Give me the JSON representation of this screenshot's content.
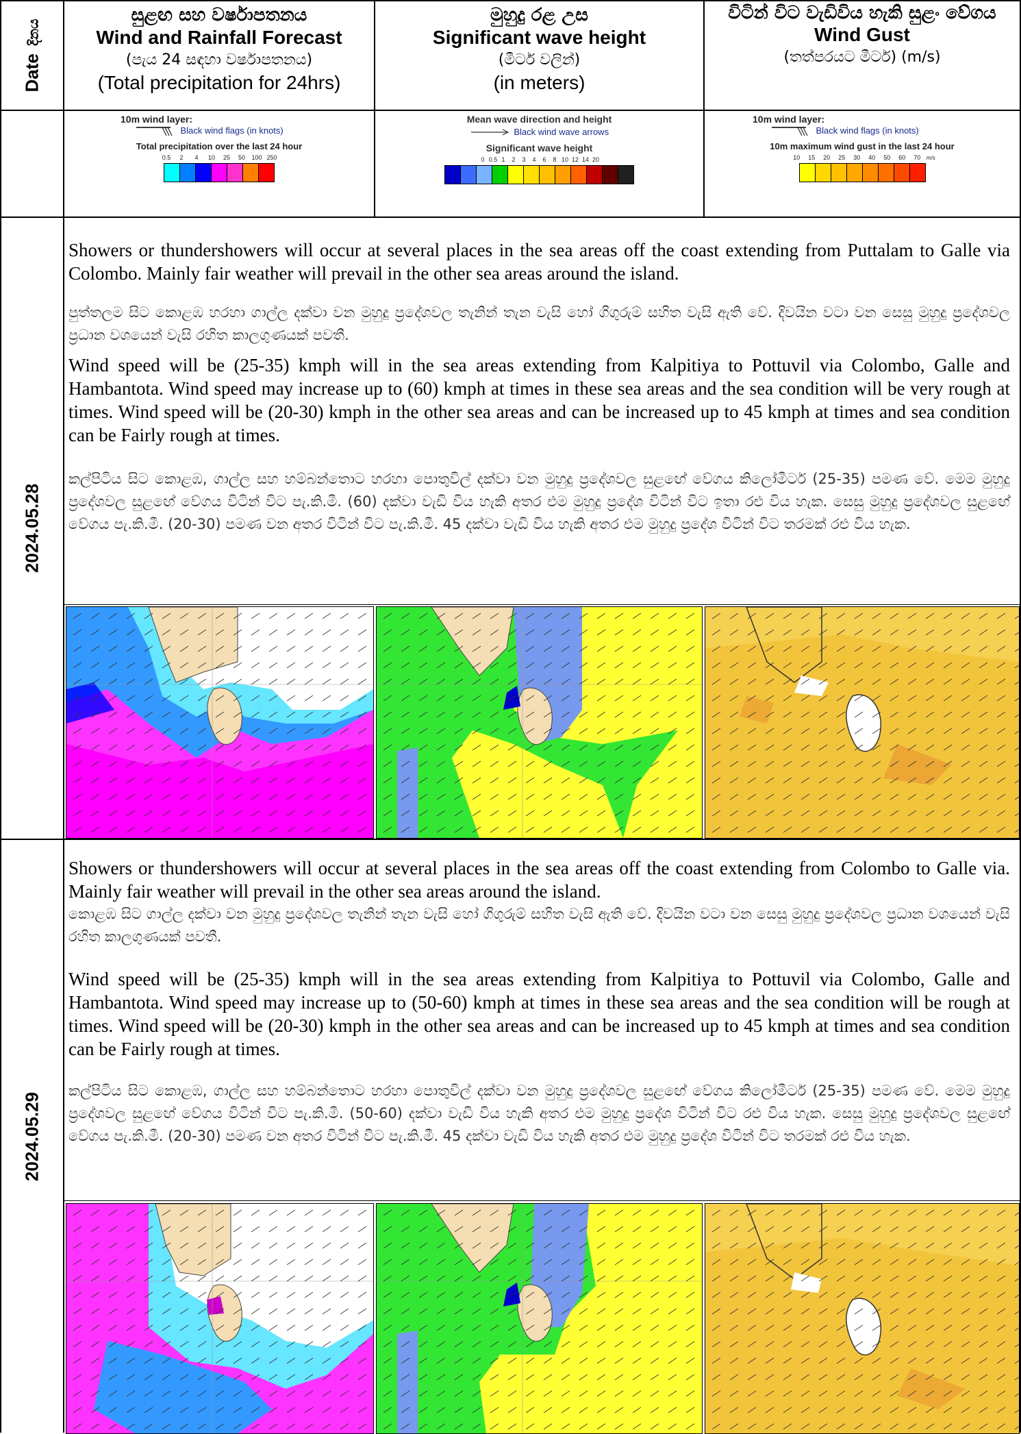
{
  "header": {
    "date": {
      "en": "Date",
      "si": "දිනය"
    },
    "col1": {
      "si": "සුළඟ සහ වර්ෂාපතනය",
      "en": "Wind and Rainfall Forecast",
      "si_sub": "(පැය 24 සඳහා වර්ෂාපතනය)",
      "en_sub": "(Total precipitation for 24hrs)"
    },
    "col2": {
      "si": "මුහුදු රළ උස",
      "en": "Significant wave height",
      "si_sub": "(මීටර් වලින්)",
      "en_sub": "(in meters)"
    },
    "col3": {
      "si": "විටින් විට වැඩිවිය හැකි සුළං වේගය",
      "en": "Wind Gust",
      "si_sub": "(තත්පරයට මීටර්) (m/s)"
    }
  },
  "legends": {
    "rain": {
      "layer": "10m wind layer:",
      "flags": "Black wind flags (in knots)",
      "title": "Total precipitation over the last 24 hour",
      "ticks": [
        "0.5",
        "2",
        "4",
        "10",
        "25",
        "50",
        "100",
        "250"
      ],
      "colors": [
        "#00ffff",
        "#0080ff",
        "#0000ff",
        "#ff00ff",
        "#ff33cc",
        "#ff8000",
        "#ff0000"
      ]
    },
    "wave": {
      "title": "Mean wave direction and height",
      "arrows": "Black wind wave arrows",
      "subtitle": "Significant wave height",
      "ticks": [
        "0",
        "0.5",
        "1",
        "2",
        "3",
        "4",
        "6",
        "8",
        "10",
        "12",
        "14",
        "20"
      ],
      "colors": [
        "#0000c8",
        "#3c6cff",
        "#78b4ff",
        "#00d000",
        "#ffff00",
        "#ffe000",
        "#ffc000",
        "#ffa000",
        "#ff6000",
        "#c00000",
        "#600000",
        "#202020"
      ]
    },
    "gust": {
      "layer": "10m wind layer:",
      "flags": "Black wind flags (in knots)",
      "title": "10m maximum wind gust in the last 24 hour",
      "ticks": [
        "10",
        "15",
        "20",
        "25",
        "30",
        "40",
        "50",
        "60",
        "70"
      ],
      "unit": "m/s",
      "colors": [
        "#ffff00",
        "#ffd800",
        "#ffc000",
        "#ffa800",
        "#ff8c00",
        "#ff7000",
        "#ff4800",
        "#ff2000"
      ]
    }
  },
  "days": [
    {
      "date": "2024.05.28",
      "en1": "Showers or thundershowers will occur at several places in the sea areas off the coast extending from Puttalam to  Galle via Colombo. Mainly fair weather will prevail in the other sea areas around the island.",
      "si1": "පුත්තලම සිට කොළඹ  හරහා ගාල්ල දක්වා වන මුහුදු ප්‍රදේශවල තැනින් තැන වැසි හෝ ගිගුරුම් සහිත වැසි ඇති වේ. දිවයින වටා වන සෙසු මුහුදු ප්‍රදේශවල ප්‍රධාන වශයෙන් වැසි රහිත කාලගුණයක් පවතී.",
      "en2": "Wind speed will be (25-35) kmph will in the sea areas extending from Kalpitiya to Pottuvil via Colombo, Galle and Hambantota.  Wind speed may increase up to (60) kmph at times in these sea areas and the sea condition will be very rough at times. Wind speed will be (20-30) kmph in the other sea areas and can be increased up to 45 kmph at times and sea condition can be Fairly rough at times.",
      "si2": "කල්පිටිය සිට කොළඹ, ගාල්ල සහ හම්බන්තොට හරහා පොතුවිල් දක්වා වන මුහුදු ප්‍රදේශවල සුළඟේ වේගය කිලෝමීටර් (25-35) පමණ වේ. මෙම මුහුදු ප්‍රදේශවල සුළඟේ වේගය විටින් විට පැ.කි.මී. (60) දක්වා වැඩි විය හැකි අතර එම මුහුදු ප්‍රදේශ විටින් විට ඉතා රළු විය හැක. සෙසු මුහුදු ප්‍රදේශවල සුළඟේ වේගය පැ.කි.මී. (20-30) පමණ වන අතර විටින් විට පැ.කි.මී. 45 දක්වා වැඩි විය හැකි අතර එම  මුහුදු ප්‍රදේශ විටින් විට තරමක් රළු විය හැක."
    },
    {
      "date": "2024.05.29",
      "en1": "Showers or thundershowers will occur at several places in the sea areas off the coast extending from Colombo to  Galle via. Mainly fair weather will prevail in the other sea areas around the island.",
      "si1": "කොළඹ සිට ගාල්ල දක්වා වන මුහුදු ප්‍රදේශවල තැනින් තැන වැසි හෝ ගිගුරුම් සහිත වැසි ඇති වේ. දිවයින වටා වන සෙසු මුහුදු ප්‍රදේශවල ප්‍රධාන වශයෙන් වැසි රහිත කාලගුණයක් පවතී.",
      "en2": "Wind speed will be (25-35) kmph will in the sea areas extending from Kalpitiya to Pottuvil via Colombo, Galle and Hambantota.  Wind speed may increase up to (50-60) kmph at times in these sea areas and the sea condition will be rough at times. Wind speed will be (20-30) kmph in the other sea areas and can be increased up to 45 kmph at times and sea condition can be Fairly rough at times.",
      "si2": "කල්පිටිය සිට කොළඹ, ගාල්ල සහ හම්බන්තොට හරහා පොතුවිල් දක්වා වන මුහුදු ප්‍රදේශවල සුළඟේ වේගය කිලෝමීටර් (25-35) පමණ වේ. මෙම මුහුදු ප්‍රදේශවල සුළඟේ වේගය විටින් විට පැ.කි.මී. (50-60) දක්වා වැඩි විය හැකි අතර එම මුහුදු ප්‍රදේශ විටින් විට රළු විය හැක. සෙසු මුහුදු ප්‍රදේශවල සුළඟේ වේගය පැ.කි.මී. (20-30) පමණ වන අතර විටින් විට පැ.කි.මී. 45 දක්වා වැඩි විය හැකි අතර එම  මුහුදු ප්‍රදේශ විටින් විට තරමක් රළු විය හැක."
    }
  ]
}
